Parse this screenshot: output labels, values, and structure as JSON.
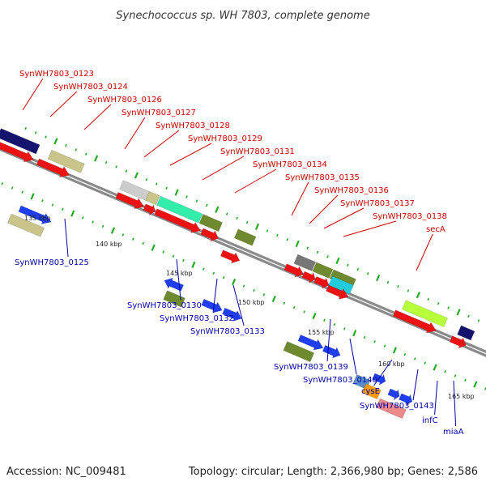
{
  "title": "Synechococcus sp. WH 7803, complete genome",
  "footer": {
    "accession": "Accession: NC_009481",
    "info": "Topology: circular; Length: 2,366,980 bp; Genes: 2,586"
  },
  "scale_labels": [
    "135 kbp",
    "140 kbp",
    "145 kbp",
    "150 kbp",
    "155 kbp",
    "160 kbp",
    "165 kbp"
  ],
  "top_labels": [
    "SynWH7803_0123",
    "SynWH7803_0124",
    "SynWH7803_0126",
    "SynWH7803_0127",
    "SynWH7803_0128",
    "SynWH7803_0129",
    "SynWH7803_0131",
    "SynWH7803_0134",
    "SynWH7803_0135",
    "SynWH7803_0136",
    "SynWH7803_0137",
    "SynWH7803_0138",
    "secA"
  ],
  "bottom_labels": [
    "SynWH7803_0125",
    "SynWH7803_0130",
    "SynWH7803_0132",
    "SynWH7803_0133",
    "SynWH7803_0139",
    "SynWH7803_0140",
    "cysE",
    "SynWH7803_0143",
    "infC",
    "miaA"
  ],
  "colors": {
    "backbone": "#8a8a8a",
    "cds": "#ee1111",
    "top_label": "#cc0000",
    "bottom_label": "#0000aa",
    "navy": "#14146e",
    "khaki": "#c8c48a",
    "olive": "#6f8a2e",
    "blue": "#1e3ef0",
    "aqua": "#33eeaa",
    "lime": "#b6ff3a",
    "cyan": "#22ccdd",
    "orange": "#ff9900",
    "pink": "#ee8a8a",
    "steel": "#5b8ccc",
    "gray": "#777777",
    "tick": "#22aa22"
  }
}
